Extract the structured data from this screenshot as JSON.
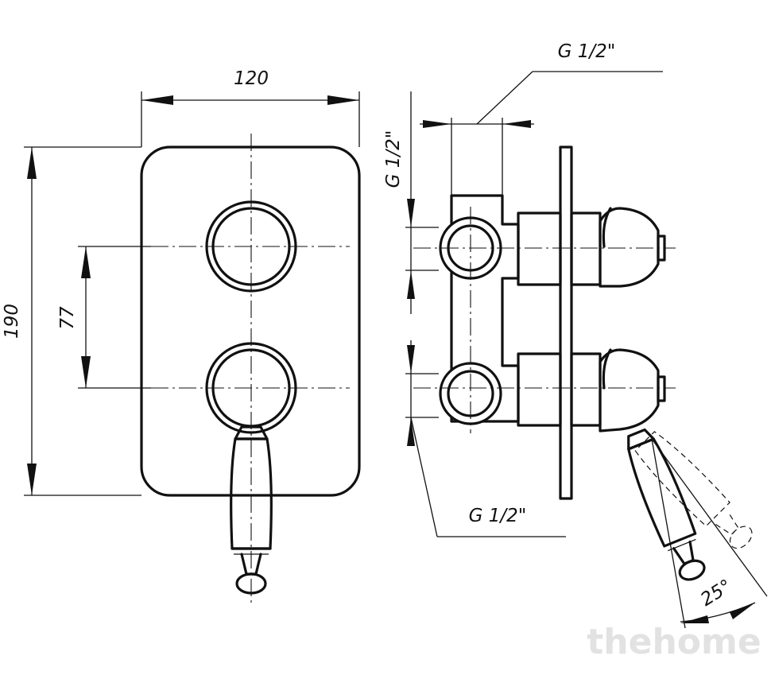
{
  "dimensions": {
    "width": "120",
    "height": "190",
    "spacing": "77",
    "thread_top": "G 1/2\"",
    "thread_side": "G 1/2\"",
    "thread_bottom": "G 1/2\"",
    "angle": "25°"
  },
  "watermark": "thehome"
}
